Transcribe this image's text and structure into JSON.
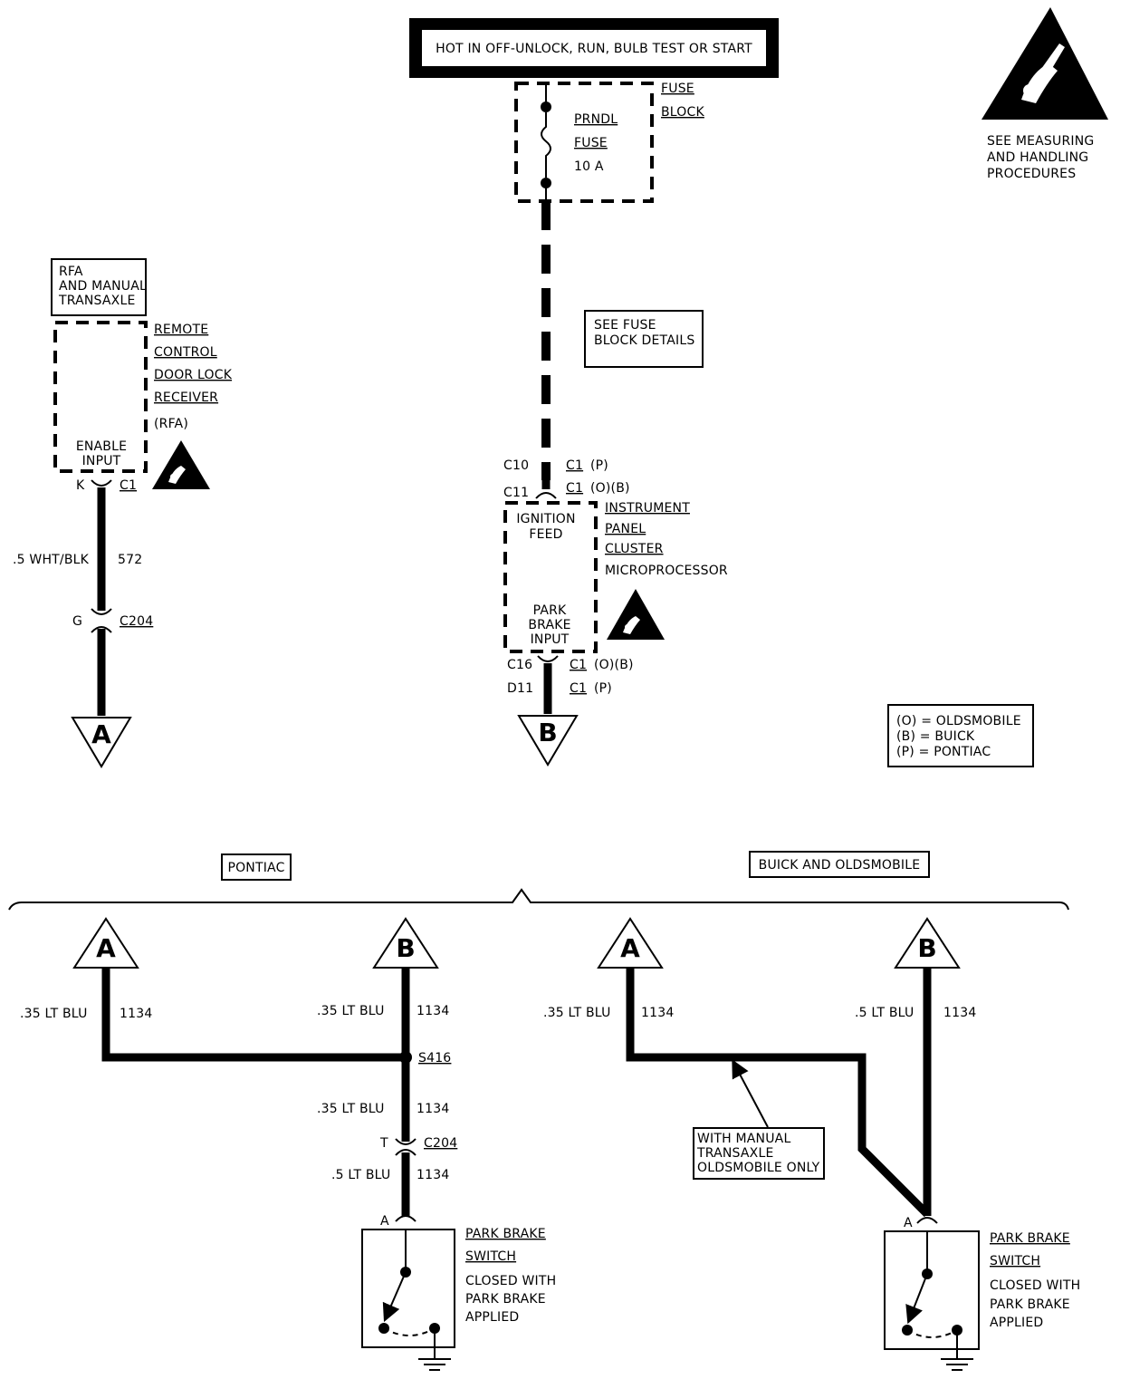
{
  "power_banner": "HOT IN OFF-UNLOCK, RUN, BULB TEST OR START",
  "esd_note": [
    "SEE MEASURING",
    "AND HANDLING",
    "PROCEDURES"
  ],
  "fuse_block": {
    "label_1": "FUSE",
    "label_2": "BLOCK",
    "fuse_name_1": "PRNDL",
    "fuse_name_2": "FUSE",
    "fuse_rating": "10 A"
  },
  "see_fuse": [
    "SEE FUSE",
    "BLOCK DETAILS"
  ],
  "rfa": {
    "note": [
      "RFA",
      "AND MANUAL",
      "TRANSAXLE"
    ],
    "name": [
      "REMOTE",
      "CONTROL",
      "DOOR LOCK",
      "RECEIVER",
      "(RFA)"
    ],
    "pin_label": [
      "ENABLE",
      "INPUT"
    ],
    "pin": "K",
    "connector": "C1",
    "wire_gauge_color": ".5 WHT/BLK",
    "circuit": "572",
    "c204_pin": "G",
    "c204": "C204",
    "to": "A"
  },
  "ipc": {
    "pin_top_p": "C10",
    "pin_top_ob": "C11",
    "conn_top_p": "C1",
    "conn_top_ob": "C1",
    "tag_top_p": "(P)",
    "tag_top_ob": "(O)(B)",
    "name": [
      "INSTRUMENT",
      "PANEL",
      "CLUSTER",
      "MICROPROCESSOR"
    ],
    "feed_label": [
      "IGNITION",
      "FEED"
    ],
    "input_label": [
      "PARK",
      "BRAKE",
      "INPUT"
    ],
    "pin_bot_ob": "C16",
    "pin_bot_p": "D11",
    "conn_bot_ob": "C1",
    "conn_bot_p": "C1",
    "tag_bot_ob": "(O)(B)",
    "tag_bot_p": "(P)",
    "to": "B"
  },
  "legend": [
    "(O)  =  OLDSMOBILE",
    "(B)  =  BUICK",
    "(P)  =  PONTIAC"
  ],
  "pontiac": {
    "header": "PONTIAC",
    "a": "A",
    "b": "B",
    "a_wire": ".35 LT BLU",
    "a_circuit": "1134",
    "b_wire": ".35 LT BLU",
    "b_circuit": "1134",
    "splice": "S416",
    "mid_wire": ".35 LT BLU",
    "mid_circuit": "1134",
    "c204_pin": "T",
    "c204": "C204",
    "low_wire": ".5 LT BLU",
    "low_circuit": "1134",
    "switch_pin": "A",
    "switch_name": [
      "PARK BRAKE",
      "SWITCH"
    ],
    "switch_desc": [
      "CLOSED WITH",
      "PARK BRAKE",
      "APPLIED"
    ]
  },
  "buick_olds": {
    "header": "BUICK AND OLDSMOBILE",
    "a": "A",
    "b": "B",
    "a_wire": ".35 LT BLU",
    "a_circuit": "1134",
    "b_wire": ".5 LT BLU",
    "b_circuit": "1134",
    "note": [
      "WITH MANUAL",
      "TRANSAXLE",
      "OLDSMOBILE ONLY"
    ],
    "switch_pin": "A",
    "switch_name": [
      "PARK BRAKE",
      "SWITCH"
    ],
    "switch_desc": [
      "CLOSED WITH",
      "PARK BRAKE",
      "APPLIED"
    ]
  }
}
